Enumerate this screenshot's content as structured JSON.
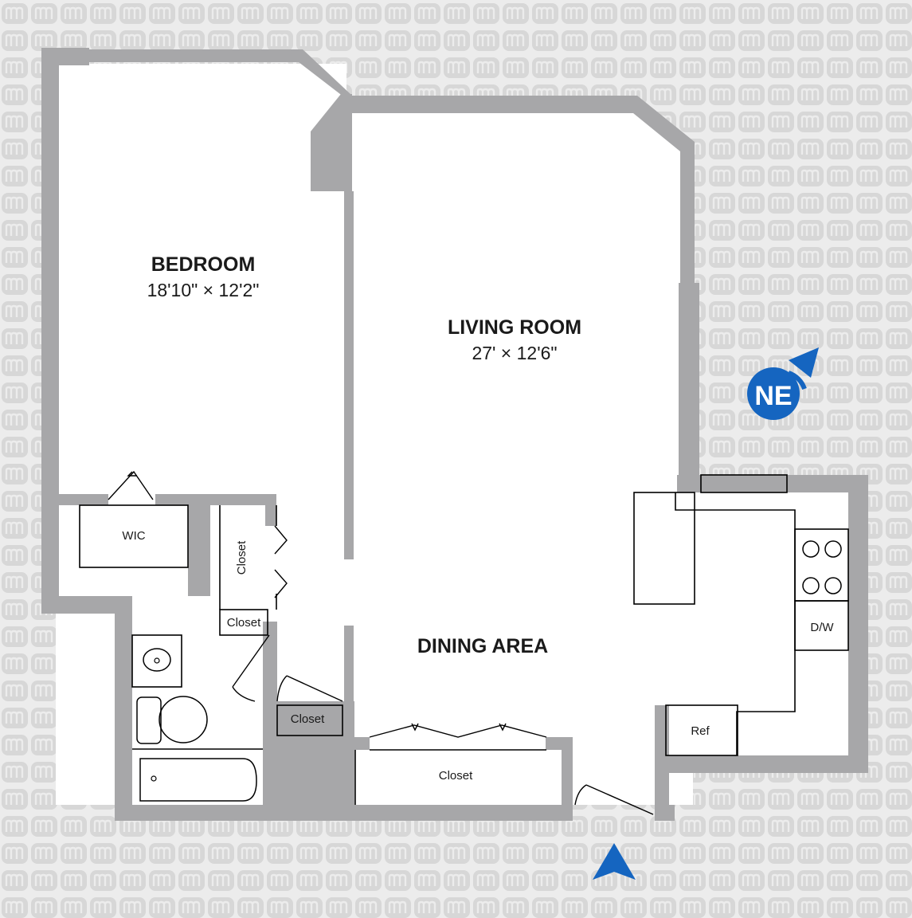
{
  "rooms": {
    "bedroom": {
      "name": "BEDROOM",
      "size": "18'10\" × 12'2\""
    },
    "living_room": {
      "name": "LIVING ROOM",
      "size": "27' × 12'6\""
    },
    "dining_area": {
      "name": "DINING AREA"
    }
  },
  "labels": {
    "wic": "WIC",
    "closet_hall_vertical": "Closet",
    "closet_small": "Closet",
    "closet_bath": "Closet",
    "closet_entry": "Closet",
    "dishwasher": "D/W",
    "refrigerator": "Ref"
  },
  "compass": {
    "label": "NE"
  },
  "colors": {
    "background": "#ececec",
    "pattern_tile": "#d9d9d9",
    "walls": "#a7a7a9",
    "compass_blue": "#1565c0"
  },
  "icons": {
    "compass": "north-east-compass-icon",
    "entry_arrow": "entry-arrow-icon",
    "brand_pattern": "m-logo-pattern"
  }
}
